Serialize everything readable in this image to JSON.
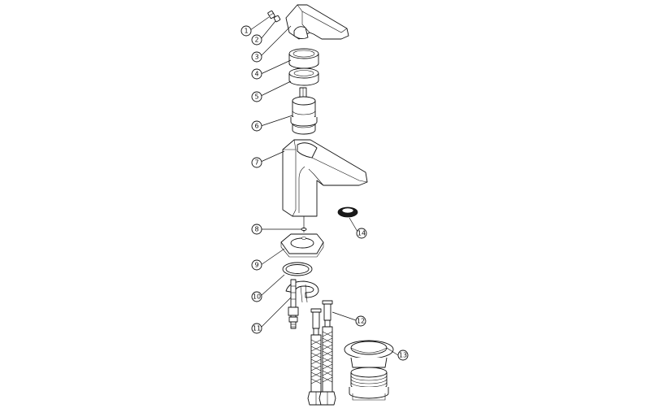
{
  "diagram": {
    "type": "exploded-parts-view",
    "callouts": [
      {
        "n": "1",
        "part": "screw"
      },
      {
        "n": "2",
        "part": "grub-screw"
      },
      {
        "n": "3",
        "part": "lever-handle"
      },
      {
        "n": "4",
        "part": "cartridge-cover"
      },
      {
        "n": "5",
        "part": "cartridge-sleeve"
      },
      {
        "n": "6",
        "part": "cartridge"
      },
      {
        "n": "7",
        "part": "tap-body"
      },
      {
        "n": "8",
        "part": "body-washer"
      },
      {
        "n": "9",
        "part": "base-plate"
      },
      {
        "n": "10",
        "part": "o-ring"
      },
      {
        "n": "11",
        "part": "fixing-kit"
      },
      {
        "n": "12",
        "part": "flexible-hoses"
      },
      {
        "n": "13",
        "part": "click-clack-waste"
      },
      {
        "n": "14",
        "part": "aerator"
      }
    ]
  }
}
